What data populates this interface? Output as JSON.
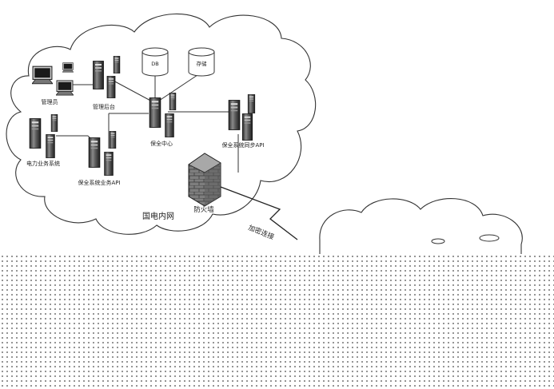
{
  "labels": {
    "admin": "管理员",
    "mgmt_backend": "管理后台",
    "db": "DB",
    "storage": "存储",
    "power_business_system": "电力业务系统",
    "fund_business_api": "保全系统业务API",
    "fund_center": "保全中心",
    "fund_sync_api": "保全系统同步API",
    "firewall": "防火墙",
    "intranet": "国电内网",
    "encrypted_link": "加密连接"
  }
}
